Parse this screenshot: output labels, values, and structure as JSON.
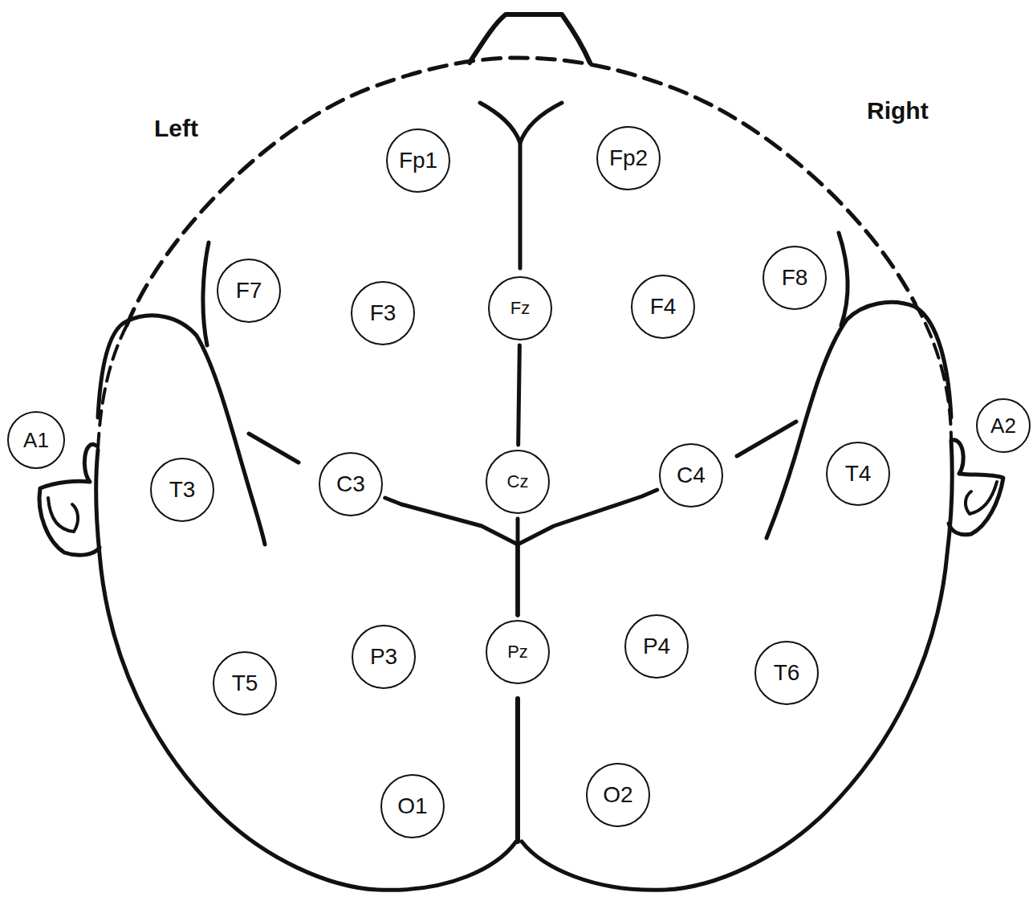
{
  "diagram": {
    "nodes": [
      {
        "text": [
          "Fp1"
        ]
      },
      {
        "text": [
          "Fp2"
        ]
      },
      {
        "text": [
          "F7"
        ]
      },
      {
        "text": [
          "F3"
        ]
      },
      {
        "text": [
          "Fz"
        ]
      },
      {
        "text": [
          "F4"
        ]
      },
      {
        "text": [
          "F8"
        ]
      },
      {
        "text": [
          "A1"
        ]
      },
      {
        "text": [
          "T3"
        ]
      },
      {
        "text": [
          "C3"
        ]
      },
      {
        "text": [
          "Cz"
        ]
      },
      {
        "text": [
          "C4"
        ]
      },
      {
        "text": [
          "T4"
        ]
      },
      {
        "text": [
          "A2"
        ]
      },
      {
        "text": [
          "T5"
        ]
      },
      {
        "text": [
          "P3"
        ]
      },
      {
        "text": [
          "Pz"
        ]
      },
      {
        "text": [
          "P4"
        ]
      },
      {
        "text": [
          "T6"
        ]
      },
      {
        "text": [
          "O1"
        ]
      },
      {
        "text": [
          "O2"
        ]
      }
    ],
    "edges": [
      {
        "from": 4,
        "to": 10,
        "arrow": "none"
      },
      {
        "from": 10,
        "to": 16,
        "arrow": "none"
      },
      {
        "from": 9,
        "to": 16,
        "arrow": "none"
      },
      {
        "from": 11,
        "to": 16,
        "arrow": "none"
      }
    ],
    "labels": [
      "Left",
      "Right"
    ]
  }
}
